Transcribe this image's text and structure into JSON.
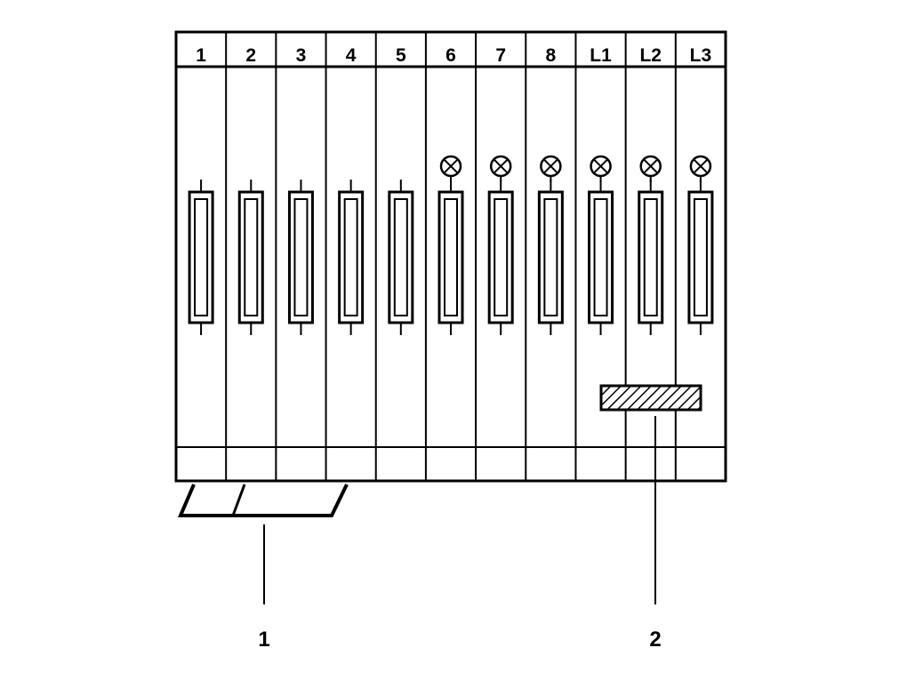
{
  "terminals": [
    {
      "label": "1",
      "lamp": false
    },
    {
      "label": "2",
      "lamp": false
    },
    {
      "label": "3",
      "lamp": false
    },
    {
      "label": "4",
      "lamp": false
    },
    {
      "label": "5",
      "lamp": false
    },
    {
      "label": "6",
      "lamp": true
    },
    {
      "label": "7",
      "lamp": true
    },
    {
      "label": "8",
      "lamp": true
    },
    {
      "label": "L1",
      "lamp": true
    },
    {
      "label": "L2",
      "lamp": true
    },
    {
      "label": "L3",
      "lamp": true
    }
  ],
  "callouts": [
    {
      "label": "1"
    },
    {
      "label": "2"
    }
  ],
  "colors": {
    "ink": "#000000",
    "background": "#ffffff"
  }
}
